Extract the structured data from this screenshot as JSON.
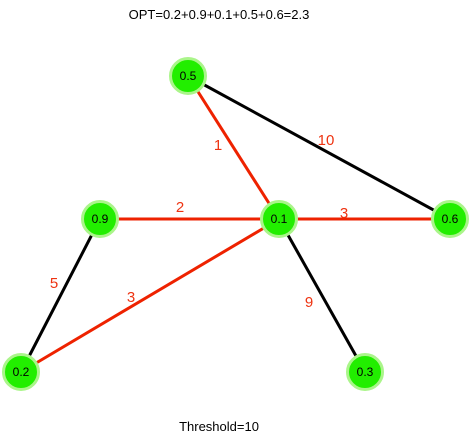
{
  "header": {
    "opt_text": "OPT=0.2+0.9+0.1+0.5+0.6=2.3"
  },
  "footer": {
    "threshold_text": "Threshold=10"
  },
  "colors": {
    "node_fill": "#22ee00",
    "node_stroke": "#aaf58a",
    "edge_black": "#000000",
    "edge_red": "#ee2200",
    "label_red": "#ee3311"
  },
  "nodes": [
    {
      "id": "n05",
      "label": "0.5"
    },
    {
      "id": "n09",
      "label": "0.9"
    },
    {
      "id": "n01",
      "label": "0.1"
    },
    {
      "id": "n06",
      "label": "0.6"
    },
    {
      "id": "n02",
      "label": "0.2"
    },
    {
      "id": "n03",
      "label": "0.3"
    }
  ],
  "edges": [
    {
      "from": "n05",
      "to": "n01",
      "weight": "1",
      "color": "red"
    },
    {
      "from": "n05",
      "to": "n06",
      "weight": "10",
      "color": "black"
    },
    {
      "from": "n09",
      "to": "n01",
      "weight": "2",
      "color": "red"
    },
    {
      "from": "n01",
      "to": "n06",
      "weight": "3",
      "color": "red"
    },
    {
      "from": "n09",
      "to": "n02",
      "weight": "5",
      "color": "black"
    },
    {
      "from": "n02",
      "to": "n01",
      "weight": "3",
      "color": "red"
    },
    {
      "from": "n01",
      "to": "n03",
      "weight": "9",
      "color": "black"
    }
  ]
}
